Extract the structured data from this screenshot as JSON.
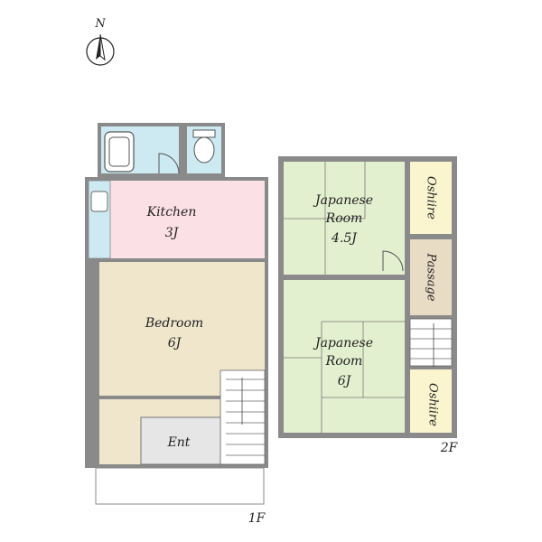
{
  "compass": {
    "label": "N"
  },
  "floor1": {
    "label": "1F",
    "rooms": {
      "kitchen": {
        "name": "Kitchen",
        "size": "3J"
      },
      "bedroom": {
        "name": "Bedroom",
        "size": "6J"
      },
      "entrance": {
        "name": "Ent"
      }
    }
  },
  "floor2": {
    "label": "2F",
    "rooms": {
      "japanese_upper": {
        "name_line1": "Japanese",
        "name_line2": "Room",
        "size": "4.5J"
      },
      "japanese_lower": {
        "name_line1": "Japanese",
        "name_line2": "Room",
        "size": "6J"
      },
      "oshiire_upper": {
        "name": "Oshiire"
      },
      "passage": {
        "name": "Passage"
      },
      "oshiire_lower": {
        "name": "Oshiire"
      }
    }
  },
  "colors": {
    "wall": "#8a8a8a",
    "bath": "#cdeaf2",
    "kitchen": "#fbe0e6",
    "bedroom": "#efe6cc",
    "entrance": "#e6e6e6",
    "tatami": "#e3f0cf",
    "closet": "#fbf5cf",
    "passage": "#e9dcc5"
  }
}
